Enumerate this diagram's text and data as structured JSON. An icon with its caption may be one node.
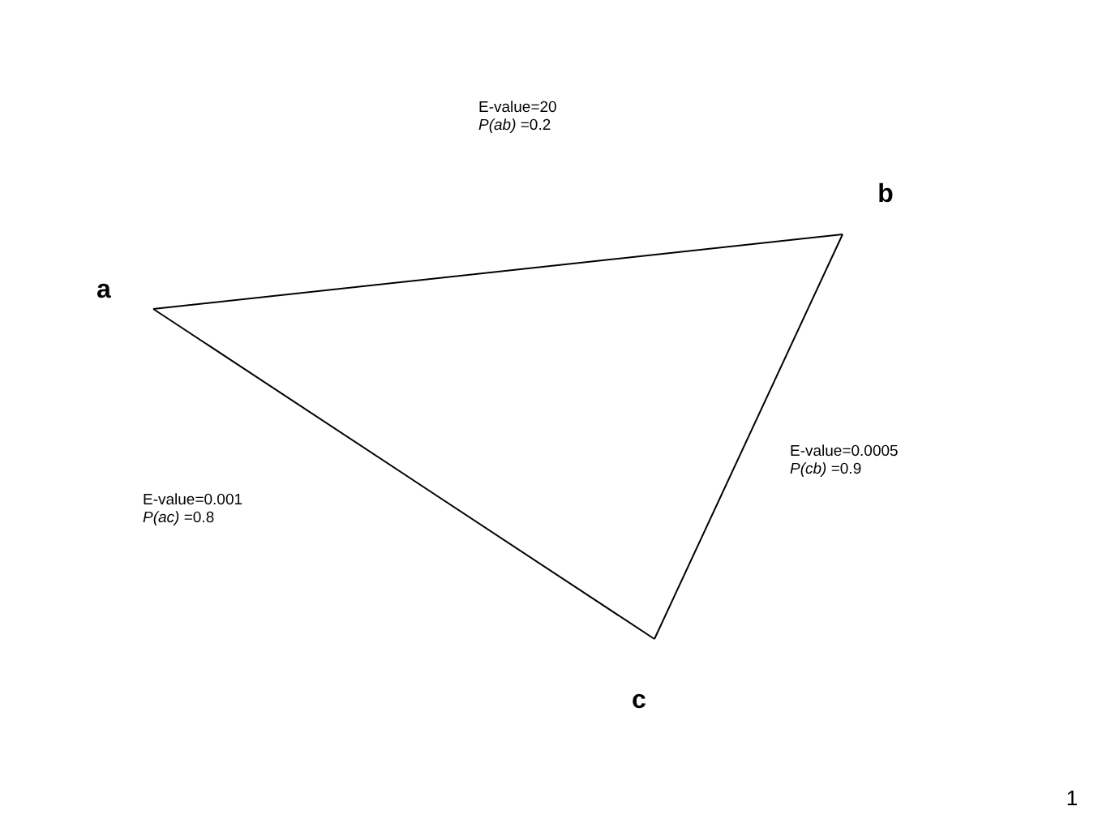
{
  "diagram": {
    "nodes": [
      {
        "text": [
          "a"
        ]
      },
      {
        "text": [
          "b"
        ]
      },
      {
        "text": [
          "c"
        ]
      }
    ],
    "edges": [
      {
        "from": 0,
        "to": 1,
        "arrow": "none"
      },
      {
        "from": 2,
        "to": 1,
        "arrow": "none"
      },
      {
        "from": 0,
        "to": 2,
        "arrow": "none"
      }
    ],
    "labels": [
      "E-value=20 *P(ab)* =0.2",
      "E-value=0.0005 *P(cb)* =0.9",
      "E-value=0.001 *P(ac)* =0.8",
      "1"
    ]
  }
}
